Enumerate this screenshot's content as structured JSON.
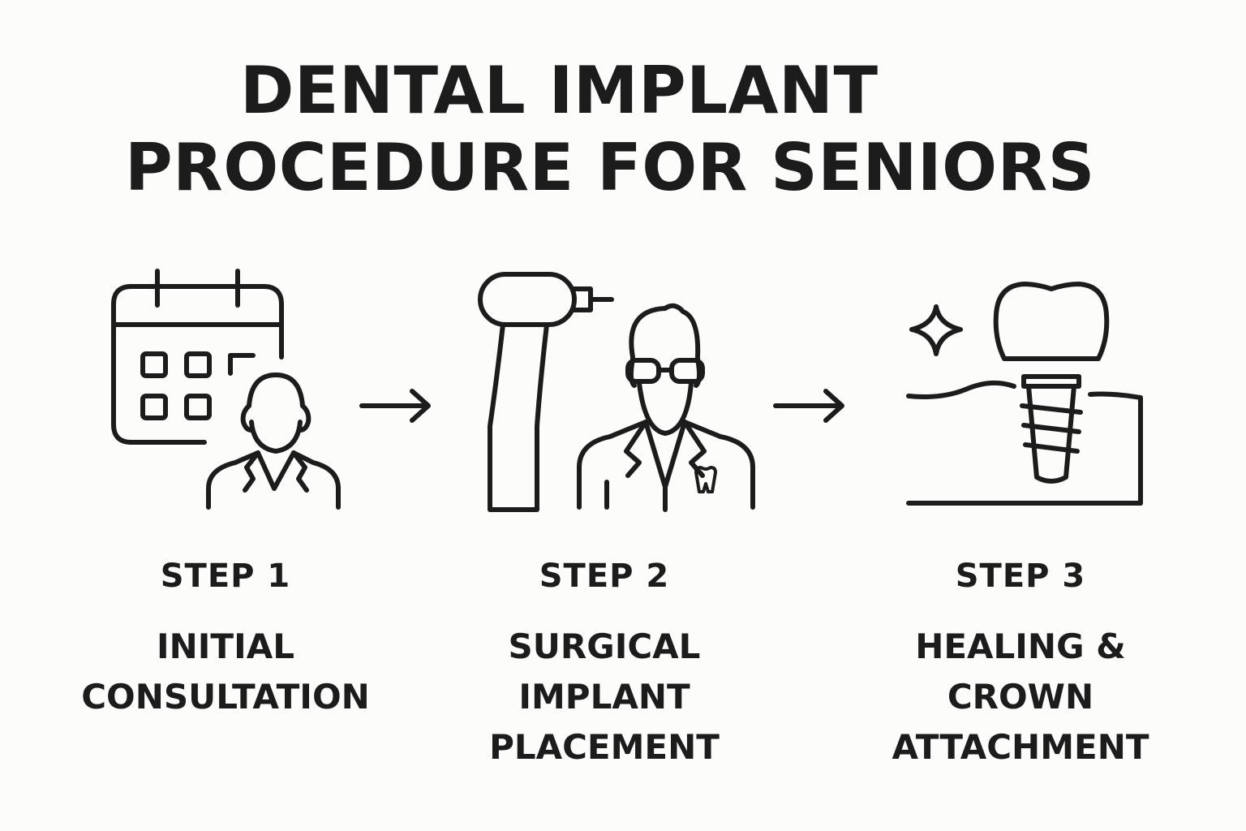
{
  "title": {
    "line1": "DENTAL IMPLANT",
    "line2": "PROCEDURE FOR SENIORS"
  },
  "steps": [
    {
      "number": "STEP 1",
      "lines": [
        "INITIAL",
        "CONSULTATION"
      ],
      "icon": "calendar-dentist-icon"
    },
    {
      "number": "STEP 2",
      "lines": [
        "SURGICAL",
        "IMPLANT",
        "PLACEMENT"
      ],
      "icon": "drill-dentist-icon"
    },
    {
      "number": "STEP 3",
      "lines": [
        "HEALING &",
        "CROWN",
        "ATTACHMENT"
      ],
      "icon": "implant-crown-icon"
    }
  ],
  "colors": {
    "background": "#fcfcfa",
    "ink": "#1c1c1c"
  }
}
